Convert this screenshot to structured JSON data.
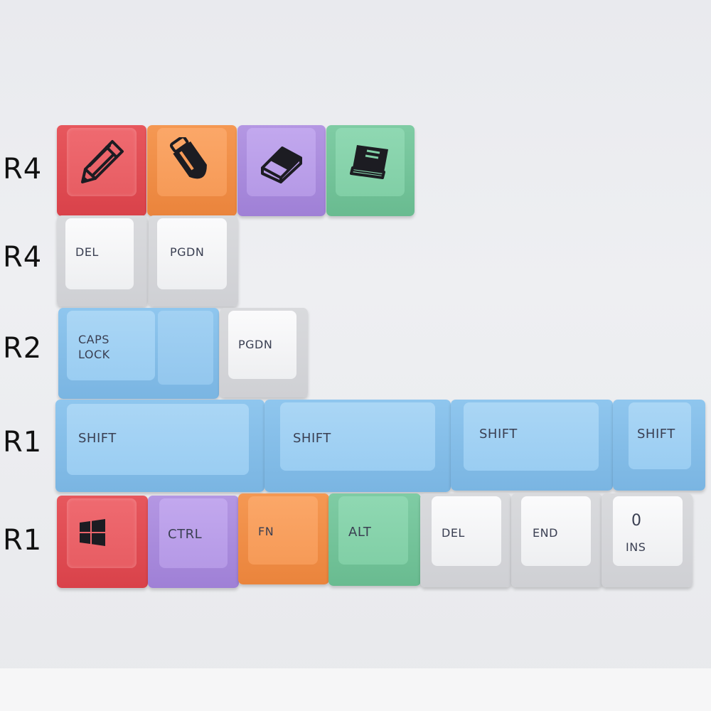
{
  "row_labels": [
    "R4",
    "R4",
    "R2",
    "R1",
    "R1"
  ],
  "keys": {
    "row1_icons": [
      "pencil-icon",
      "marker-icon",
      "eraser-icon",
      "book-icon"
    ],
    "row2": {
      "del": "DEL",
      "pgdn": "PGDN"
    },
    "row3": {
      "caps": "CAPS\nLOCK",
      "pgdn": "PGDN"
    },
    "row4": {
      "shift1": "SHIFT",
      "shift2": "SHIFT",
      "shift3": "SHIFT",
      "shift4": "SHIFT"
    },
    "row5": {
      "win": "windows-icon",
      "ctrl": "CTRL",
      "fn": "FN",
      "alt": "ALT",
      "del": "DEL",
      "end": "END",
      "zero": "0",
      "ins": "INS"
    }
  },
  "colors": {
    "red": "#e75d63",
    "orange": "#f69a57",
    "purple": "#b599e6",
    "green": "#81cfa6",
    "white": "#eeeff1",
    "blue": "#9acdf2",
    "legend": "#3a3f52"
  }
}
